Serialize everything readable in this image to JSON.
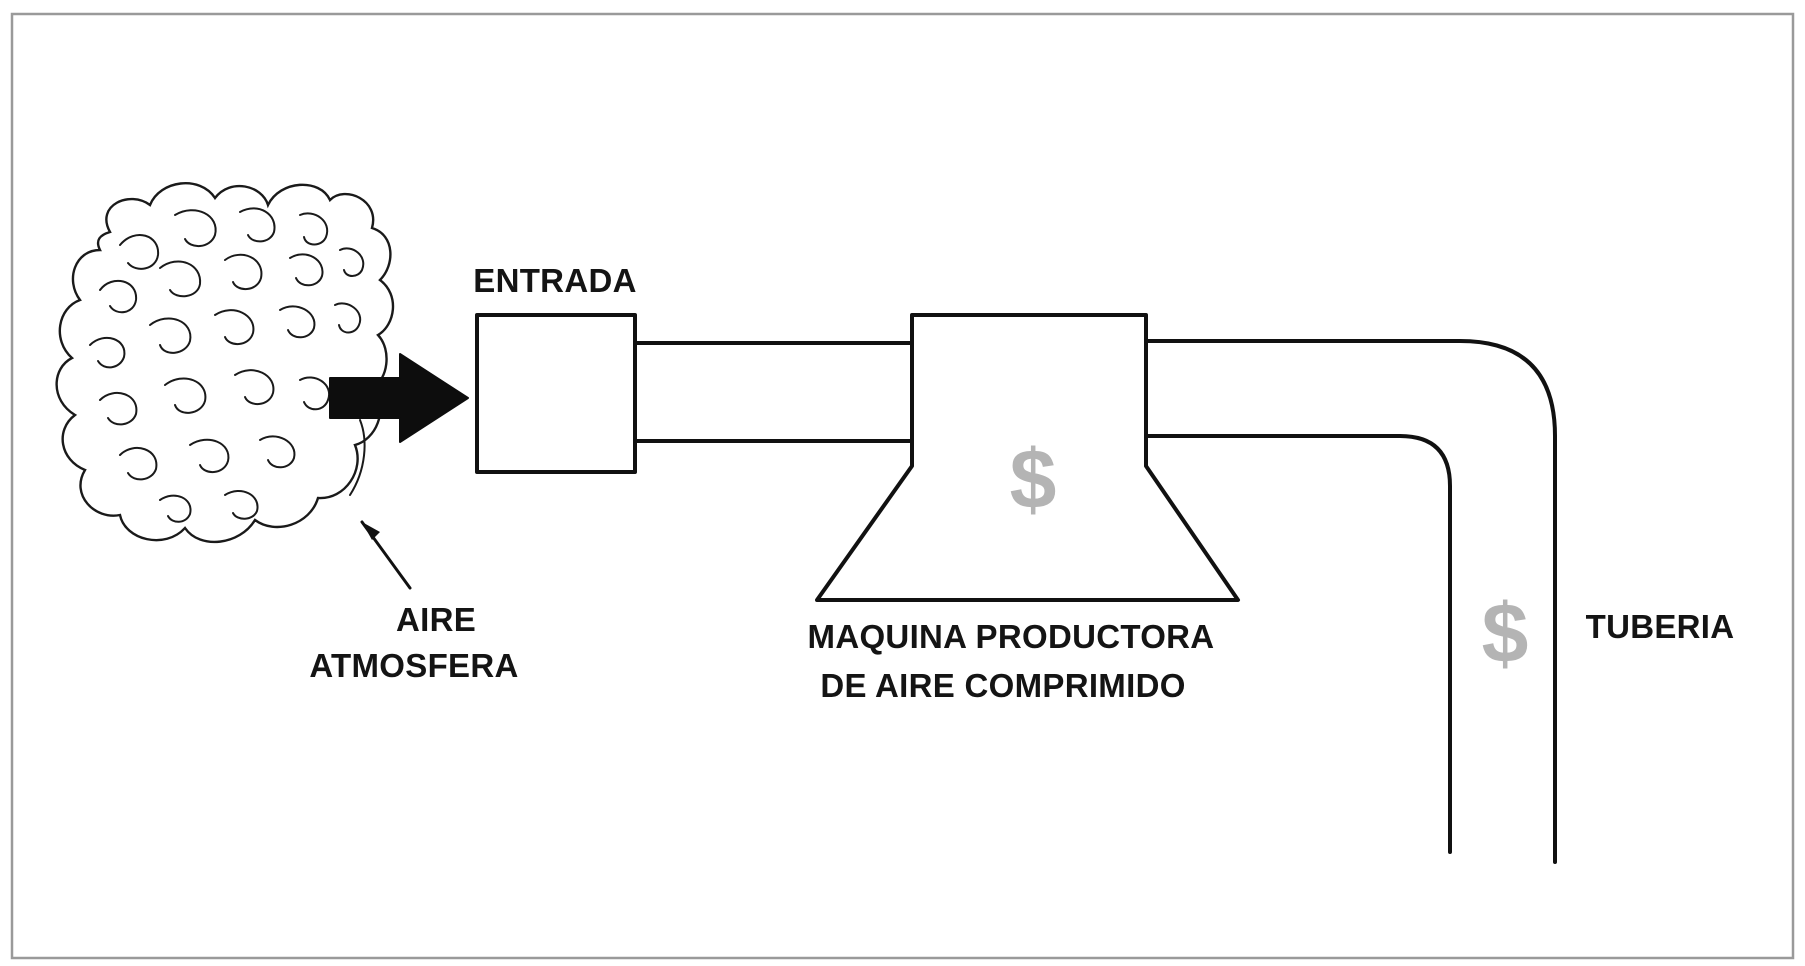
{
  "labels": {
    "entrada": "ENTRADA",
    "aire_line1": "AIRE",
    "aire_line2": "ATMOSFERA",
    "maquina_line1": "MAQUINA PRODUCTORA",
    "maquina_line2": "DE AIRE COMPRIMIDO",
    "tuberia": "TUBERIA"
  },
  "symbols": {
    "cost_symbol": "$"
  },
  "colors": {
    "ink": "#111111",
    "cost_symbol": "#b4b4b4",
    "background": "#ffffff"
  }
}
